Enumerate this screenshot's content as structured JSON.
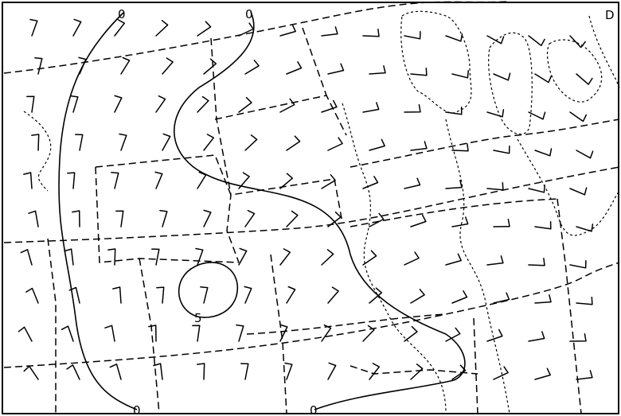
{
  "map": {
    "contour_labels": [
      "0",
      "0",
      "0",
      "0",
      "5"
    ],
    "corner_label": "D"
  }
}
